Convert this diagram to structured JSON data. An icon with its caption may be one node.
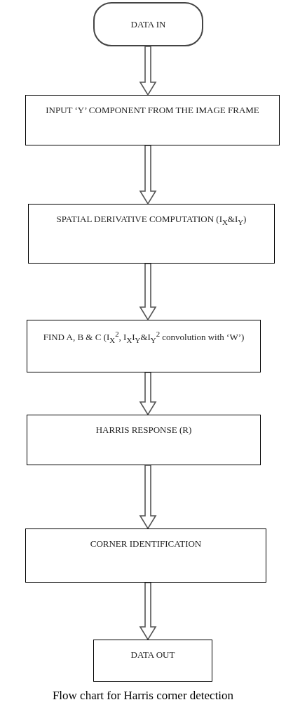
{
  "diagram": {
    "caption": "Flow chart for Harris corner detection",
    "nodes": [
      {
        "text": [
          "DATA IN"
        ]
      },
      {
        "text": [
          "INPUT ‘Y’ COMPONENT FROM THE IMAGE FRAME"
        ]
      },
      {
        "text": [
          "SPATIAL DERIVATIVE COMPUTATION (I$_{X}$&I$_{Y}$)"
        ]
      },
      {
        "text": [
          "FIND A, B & C (I$_{X}$$^{2}$, I$_{X}$I$_{Y}$&I$_{Y}$$^{2}$ convolution with ‘W’)"
        ]
      },
      {
        "text": [
          "HARRIS RESPONSE  (R)"
        ]
      },
      {
        "text": [
          "CORNER IDENTIFICATION"
        ]
      },
      {
        "text": [
          "DATA OUT"
        ]
      }
    ],
    "edges": [
      {
        "from": 0,
        "to": 1,
        "arrow": "to"
      },
      {
        "from": 1,
        "to": 2,
        "arrow": "to"
      },
      {
        "from": 2,
        "to": 3,
        "arrow": "to"
      },
      {
        "from": 3,
        "to": 4,
        "arrow": "to"
      },
      {
        "from": 4,
        "to": 5,
        "arrow": "to"
      },
      {
        "from": 5,
        "to": 6,
        "arrow": "to"
      }
    ]
  }
}
